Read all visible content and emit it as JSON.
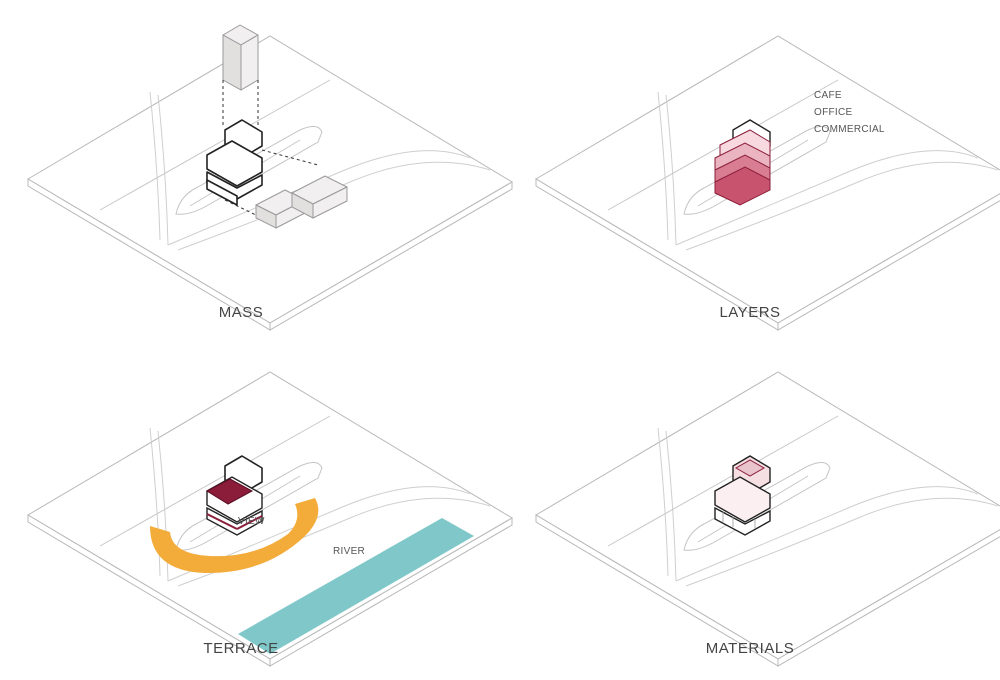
{
  "panels": {
    "mass": {
      "title": "MASS"
    },
    "layers": {
      "title": "LAYERS",
      "labels": [
        "CAFE",
        "OFFICE",
        "COMMERCIAL"
      ]
    },
    "terrace": {
      "title": "TERRACE",
      "view_label": "VIEW",
      "river_label": "RIVER"
    },
    "materials": {
      "title": "MATERIALS"
    }
  },
  "colors": {
    "river": "#7fc7c9",
    "view_arc": "#f3ac3a",
    "layer_dark": "#8b1d3a",
    "layer_mid": "#c8536f",
    "layer_light": "#eab4c0",
    "ghost_mass": "#f1efef",
    "material_tint": "#f6dfe3"
  }
}
